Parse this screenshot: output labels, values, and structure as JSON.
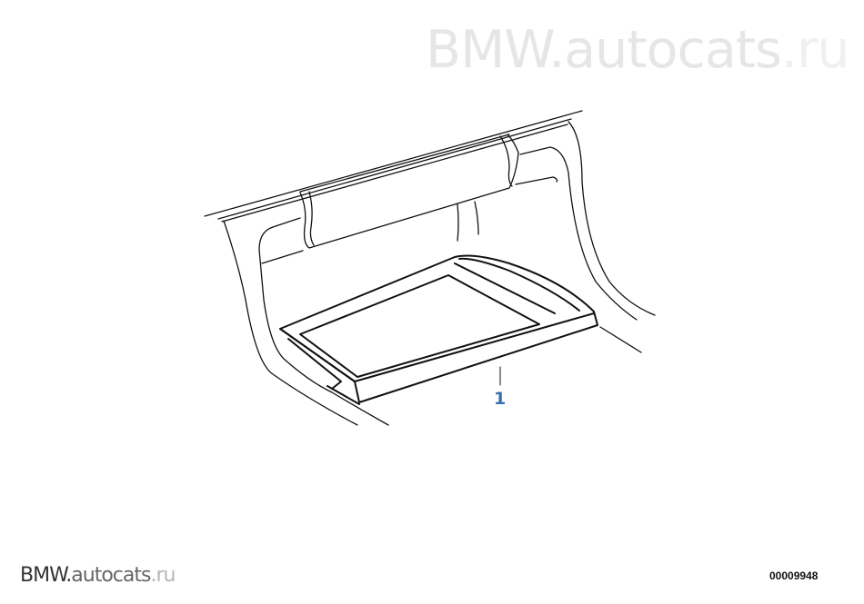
{
  "watermark_top": {
    "brand": "BMW.",
    "site": "autocats",
    "tld": ".ru"
  },
  "watermark_bottom": {
    "brand": "BMW.",
    "site": "autocats",
    "tld": ".ru"
  },
  "diagram_id": "00009948",
  "callouts": [
    {
      "number": "1"
    }
  ],
  "colors": {
    "callout": "#3b6fae",
    "line": "#111111"
  }
}
